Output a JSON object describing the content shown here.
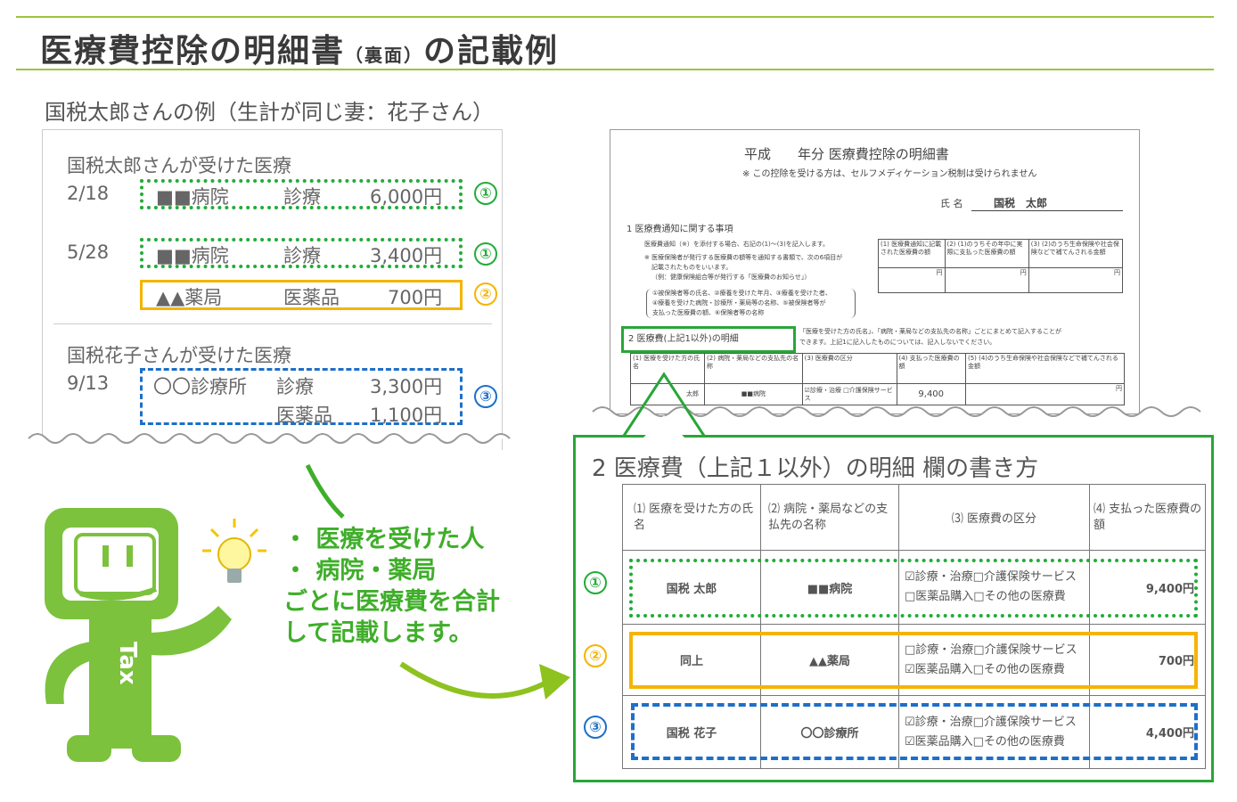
{
  "header": {
    "title_main": "医療費控除の明細書",
    "title_sub": "（裏面）",
    "title_end": "の記載例",
    "subtitle": "国税太郎さんの例（生計が同じ妻：花子さん）"
  },
  "left": {
    "taro_heading": "国税太郎さんが受けた医療",
    "taro_rows": [
      {
        "date": "2/18",
        "place": "■■病院",
        "type": "診療",
        "amount": "6,000円",
        "mark": "①"
      },
      {
        "date": "5/28",
        "place": "■■病院",
        "type": "診療",
        "amount": "3,400円",
        "mark": "①"
      },
      {
        "date": "",
        "place": "▲▲薬局",
        "type": "医薬品",
        "amount": "700円",
        "mark": "②"
      }
    ],
    "hanako_heading": "国税花子さんが受けた医療",
    "hanako_rows": [
      {
        "date": "9/13",
        "place": "〇〇診療所",
        "type": "診療",
        "amount": "3,300円",
        "mark": "③"
      },
      {
        "date": "",
        "place": "",
        "type": "医薬品",
        "amount": "1,100円",
        "mark": ""
      }
    ]
  },
  "form": {
    "title": "平成　　年分  医療費控除の明細書",
    "notice": "※ この控除を受ける方は、セルフメディケーション税制は受けられません",
    "name_label": "氏 名",
    "name_value": "国税　太郎",
    "sec1_title": "1  医療費通知に関する事項",
    "sec1_l1": "医療費通知（※）を添付する場合、右記の(1)〜(3)を記入します。",
    "sec1_l2": "※ 医療保険者が発行する医療費の額等を通知する書類で、次の6項目が",
    "sec1_l3": "記載されたものをいいます。",
    "sec1_l4": "（例：健康保険組合等が発行する「医療費のお知らせ」）",
    "sec1_l5": "①被保険者等の氏名、②療養を受けた年月、③療養を受けた者、",
    "sec1_l6": "④療養を受けた病院・診療所・薬局等の名称、⑤被保険者等が",
    "sec1_l7": "支払った医療費の額、⑥保険者等の名称",
    "sec1_cols": [
      "(1) 医療費通知に記載された医療費の額",
      "(2) (1)のうちその年中に実際に支払った医療費の額",
      "(3) (2)のうち生命保険や社会保険などで補てんされる金額"
    ],
    "yen": "円",
    "circ2": "②",
    "sec2_title": "2  医療費(上記1以外)の明細",
    "sec2_note1": "「医療を受けた方の氏名」、「病院・薬局などの支払先の名称」ごとにまとめて記入することが",
    "sec2_note2": "できます。上記1に記入したものについては、記入しないでください。",
    "sec2_cols": [
      "(1) 医療を受けた方の氏名",
      "(2) 病院・薬局などの支払先の名称",
      "(3) 医療費の区分",
      "(4) 支払った医療費の額",
      "(5) (4)のうち生命保険や社会保険などで補てんされる金額"
    ],
    "sec2_row": [
      "太郎",
      "■■病院",
      "☑診療・治療  □介護保険サービス",
      "9,400"
    ]
  },
  "detail": {
    "title": "2 医療費（上記１以外）の明細 欄の書き方",
    "headers": [
      "⑴ 医療を受けた方の氏名",
      "⑵ 病院・薬局などの支払先の名称",
      "⑶ 医療費の区分",
      "⑷ 支払った医療費の額"
    ],
    "rows": [
      {
        "mark": "①",
        "name": "国税 太郎",
        "payee": "■■病院",
        "cat1": "☑診療・治療□介護保険サービス",
        "cat2": "□医薬品購入□その他の医療費",
        "amount": "9,400円"
      },
      {
        "mark": "②",
        "name": "同上",
        "payee": "▲▲薬局",
        "cat1": "□診療・治療□介護保険サービス",
        "cat2": "☑医薬品購入□その他の医療費",
        "amount": "700円"
      },
      {
        "mark": "③",
        "name": "国税 花子",
        "payee": "〇〇診療所",
        "cat1": "☑診療・治療□介護保険サービス",
        "cat2": "☑医薬品購入□その他の医療費",
        "amount": "4,400円"
      }
    ]
  },
  "message": {
    "bullet1": "・ 医療を受けた人",
    "bullet2": "・ 病院・薬局",
    "line3": "ごとに医療費を合計",
    "line4": "して記載します。"
  },
  "mascot": {
    "label": "Tax"
  },
  "colors": {
    "green": "#22ac38",
    "yellow": "#f5b400",
    "blue": "#1e6fc8",
    "frame": "#2aa53a",
    "rule": "#9cc43c"
  }
}
